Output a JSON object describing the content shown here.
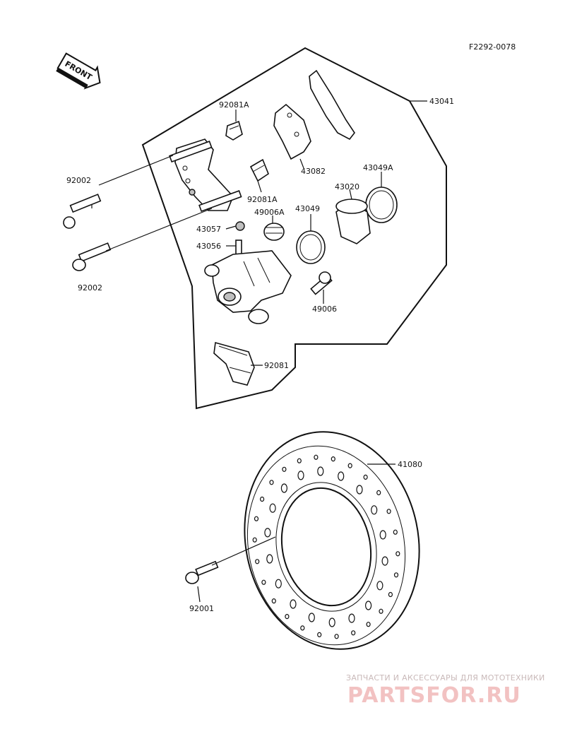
{
  "diagram_code": "F2292-0078",
  "front_label": "FRONT",
  "parts": {
    "p43041": "43041",
    "p92081A_top": "92081A",
    "p43082": "43082",
    "p43049A": "43049A",
    "p92002_top": "92002",
    "p43020": "43020",
    "p92081A_mid": "92081A",
    "p43049": "43049",
    "p49006A": "49006A",
    "p43057": "43057",
    "p43056": "43056",
    "p92002_bottom": "92002",
    "p49006": "49006",
    "p92081": "92081",
    "p41080": "41080",
    "p92001": "92001"
  },
  "watermark": {
    "tagline": "ЗАПЧАСТИ И АКСЕССУАРЫ ДЛЯ МОТОТЕХНИКИ",
    "logo": "PARTSFOR.RU"
  }
}
